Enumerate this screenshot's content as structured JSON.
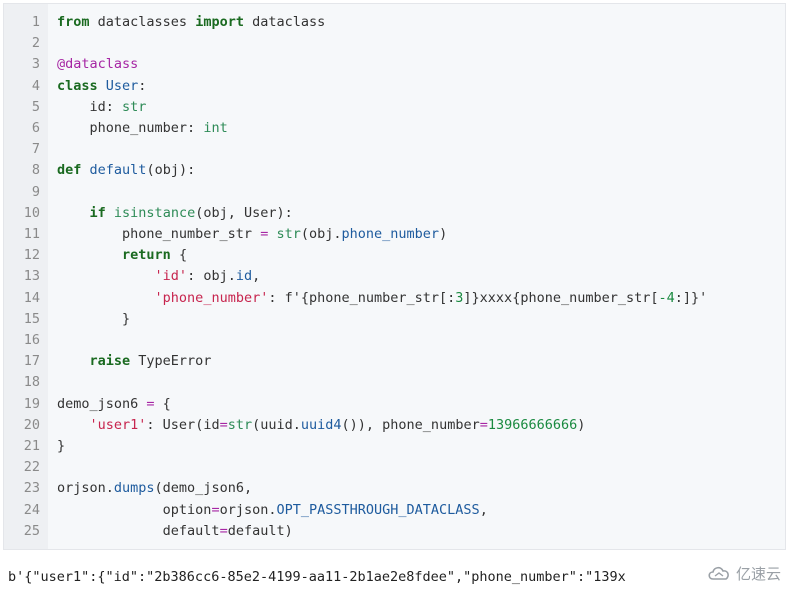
{
  "code": {
    "lines": [
      {
        "n": "1",
        "tokens": [
          {
            "t": "from",
            "c": "kw"
          },
          {
            "t": " dataclasses ",
            "c": "plain"
          },
          {
            "t": "import",
            "c": "kw"
          },
          {
            "t": " dataclass",
            "c": "plain"
          }
        ]
      },
      {
        "n": "2",
        "tokens": []
      },
      {
        "n": "3",
        "tokens": [
          {
            "t": "@dataclass",
            "c": "dec"
          }
        ]
      },
      {
        "n": "4",
        "tokens": [
          {
            "t": "class",
            "c": "kw"
          },
          {
            "t": " ",
            "c": "plain"
          },
          {
            "t": "User",
            "c": "func"
          },
          {
            "t": ":",
            "c": "plain"
          }
        ]
      },
      {
        "n": "5",
        "tokens": [
          {
            "t": "    id: ",
            "c": "plain"
          },
          {
            "t": "str",
            "c": "type"
          }
        ]
      },
      {
        "n": "6",
        "tokens": [
          {
            "t": "    phone_number: ",
            "c": "plain"
          },
          {
            "t": "int",
            "c": "type"
          }
        ]
      },
      {
        "n": "7",
        "tokens": []
      },
      {
        "n": "8",
        "tokens": [
          {
            "t": "def",
            "c": "kw"
          },
          {
            "t": " ",
            "c": "plain"
          },
          {
            "t": "default",
            "c": "func"
          },
          {
            "t": "(obj):",
            "c": "plain"
          }
        ]
      },
      {
        "n": "9",
        "tokens": []
      },
      {
        "n": "10",
        "tokens": [
          {
            "t": "    ",
            "c": "plain"
          },
          {
            "t": "if",
            "c": "kw"
          },
          {
            "t": " ",
            "c": "plain"
          },
          {
            "t": "isinstance",
            "c": "type"
          },
          {
            "t": "(obj, User):",
            "c": "plain"
          }
        ]
      },
      {
        "n": "11",
        "tokens": [
          {
            "t": "        phone_number_str ",
            "c": "plain"
          },
          {
            "t": "=",
            "c": "op"
          },
          {
            "t": " ",
            "c": "plain"
          },
          {
            "t": "str",
            "c": "type"
          },
          {
            "t": "(obj.",
            "c": "plain"
          },
          {
            "t": "phone_number",
            "c": "attr"
          },
          {
            "t": ")",
            "c": "plain"
          }
        ]
      },
      {
        "n": "12",
        "tokens": [
          {
            "t": "        ",
            "c": "plain"
          },
          {
            "t": "return",
            "c": "kw"
          },
          {
            "t": " {",
            "c": "plain"
          }
        ]
      },
      {
        "n": "13",
        "tokens": [
          {
            "t": "            ",
            "c": "plain"
          },
          {
            "t": "'id'",
            "c": "str"
          },
          {
            "t": ": obj.",
            "c": "plain"
          },
          {
            "t": "id",
            "c": "attr"
          },
          {
            "t": ",",
            "c": "plain"
          }
        ]
      },
      {
        "n": "14",
        "tokens": [
          {
            "t": "            ",
            "c": "plain"
          },
          {
            "t": "'phone_number'",
            "c": "str"
          },
          {
            "t": ": f'{phone_number_str[:",
            "c": "plain"
          },
          {
            "t": "3",
            "c": "num"
          },
          {
            "t": "]}xxxx{phone_number_str[",
            "c": "plain"
          },
          {
            "t": "-4",
            "c": "num"
          },
          {
            "t": ":]}'",
            "c": "plain"
          }
        ]
      },
      {
        "n": "15",
        "tokens": [
          {
            "t": "        }",
            "c": "plain"
          }
        ]
      },
      {
        "n": "16",
        "tokens": []
      },
      {
        "n": "17",
        "tokens": [
          {
            "t": "    ",
            "c": "plain"
          },
          {
            "t": "raise",
            "c": "kw"
          },
          {
            "t": " TypeError",
            "c": "plain"
          }
        ]
      },
      {
        "n": "18",
        "tokens": []
      },
      {
        "n": "19",
        "tokens": [
          {
            "t": "demo_json6 ",
            "c": "plain"
          },
          {
            "t": "=",
            "c": "op"
          },
          {
            "t": " {",
            "c": "plain"
          }
        ]
      },
      {
        "n": "20",
        "tokens": [
          {
            "t": "    ",
            "c": "plain"
          },
          {
            "t": "'user1'",
            "c": "str"
          },
          {
            "t": ": User(id",
            "c": "plain"
          },
          {
            "t": "=",
            "c": "op"
          },
          {
            "t": "str",
            "c": "type"
          },
          {
            "t": "(uuid.",
            "c": "plain"
          },
          {
            "t": "uuid4",
            "c": "attr"
          },
          {
            "t": "()), phone_number",
            "c": "plain"
          },
          {
            "t": "=",
            "c": "op"
          },
          {
            "t": "13966666666",
            "c": "num"
          },
          {
            "t": ")",
            "c": "plain"
          }
        ]
      },
      {
        "n": "21",
        "tokens": [
          {
            "t": "}",
            "c": "plain"
          }
        ]
      },
      {
        "n": "22",
        "tokens": []
      },
      {
        "n": "23",
        "tokens": [
          {
            "t": "orjson.",
            "c": "plain"
          },
          {
            "t": "dumps",
            "c": "attr"
          },
          {
            "t": "(demo_json6,",
            "c": "plain"
          }
        ]
      },
      {
        "n": "24",
        "tokens": [
          {
            "t": "             option",
            "c": "plain"
          },
          {
            "t": "=",
            "c": "op"
          },
          {
            "t": "orjson.",
            "c": "plain"
          },
          {
            "t": "OPT_PASSTHROUGH_DATACLASS",
            "c": "const"
          },
          {
            "t": ",",
            "c": "plain"
          }
        ]
      },
      {
        "n": "25",
        "tokens": [
          {
            "t": "             default",
            "c": "plain"
          },
          {
            "t": "=",
            "c": "op"
          },
          {
            "t": "default)",
            "c": "plain"
          }
        ]
      }
    ]
  },
  "output": {
    "text": "b'{\"user1\":{\"id\":\"2b386cc6-85e2-4199-aa11-2b1ae2e8fdee\",\"phone_number\":\"139x"
  },
  "watermark": {
    "text": "亿速云",
    "logo_icon": "cloud-logo-icon",
    "color": "#9aa0a6"
  }
}
